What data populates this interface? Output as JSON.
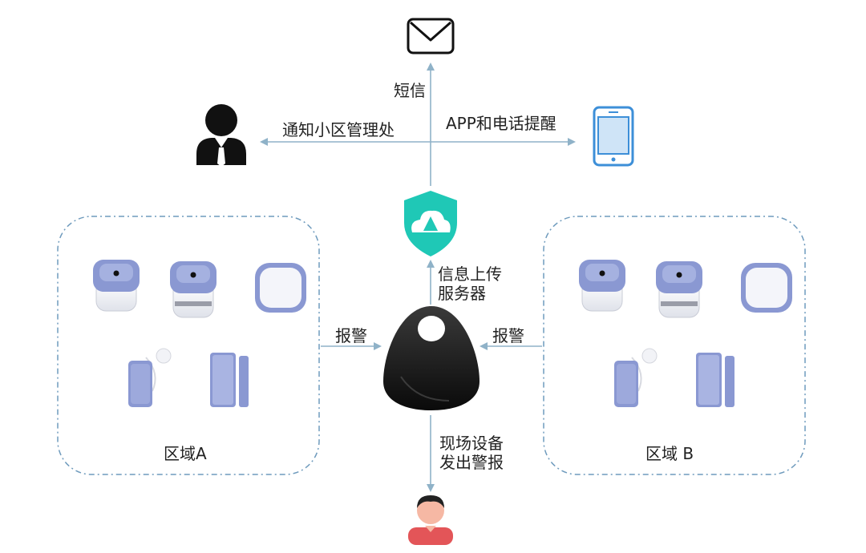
{
  "colors": {
    "arrow": "#8fb2c8",
    "zone_border": "#6f9bbd",
    "shield": "#1fc8b6",
    "phone": "#3d8fd8",
    "device_face": "#8a98d2",
    "device_body": "#eef0f6",
    "hub": "#151515",
    "person": "#111111",
    "user_face": "#f6b8a4",
    "user_body": "#e35558"
  },
  "icons": {
    "top": "envelope-icon",
    "left": "manager-icon",
    "right": "phone-icon",
    "server": "cloud-shield-icon",
    "hub": "gateway-hub",
    "bottom": "user-icon"
  },
  "labels": {
    "sms": "短信",
    "notify_manager": "通知小区管理处",
    "app_phone": "APP和电话提醒",
    "upload_server": "信息上传\n服务器",
    "alarm_left": "报警",
    "alarm_right": "报警",
    "onsite_alarm": "现场设备\n发出警报"
  },
  "zones": [
    {
      "label": "区域A"
    },
    {
      "label": "区域 B"
    }
  ]
}
